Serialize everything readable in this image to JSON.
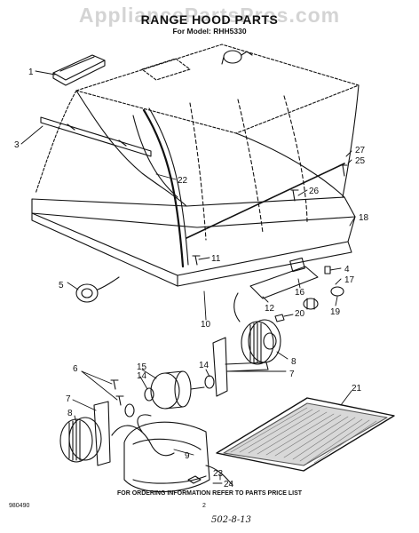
{
  "watermark": "AppliancePartsPros.com",
  "title": "RANGE HOOD PARTS",
  "model_line": "For Model: RHH5330",
  "footer_note": "FOR ORDERING INFORMATION REFER TO PARTS PRICE LIST",
  "doc_number": "980490",
  "page_number": "2",
  "handwritten_note": "502-8-13",
  "callouts": [
    "1",
    "3",
    "22",
    "27",
    "25",
    "26",
    "18",
    "11",
    "4",
    "17",
    "5",
    "16",
    "12",
    "19",
    "20",
    "10",
    "8",
    "14",
    "15",
    "6",
    "7",
    "21",
    "9",
    "24",
    "23"
  ]
}
